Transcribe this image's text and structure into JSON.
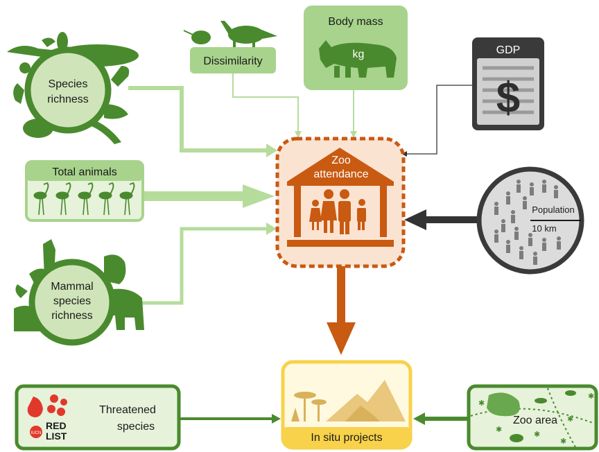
{
  "nodes": {
    "species_richness": {
      "line1": "Species",
      "line2": "richness"
    },
    "dissimilarity": {
      "label": "Dissimilarity"
    },
    "body_mass": {
      "label": "Body mass",
      "unit": "kg"
    },
    "gdp": {
      "label": "GDP",
      "symbol": "$"
    },
    "total_animals": {
      "label": "Total animals"
    },
    "zoo_attendance": {
      "line1": "Zoo",
      "line2": "attendance"
    },
    "population": {
      "label": "Population",
      "radius": "10 km"
    },
    "mammal_richness": {
      "line1": "Mammal",
      "line2": "species",
      "line3": "richness"
    },
    "threatened": {
      "line1": "Threatened",
      "line2": "species",
      "logo_line1": "RED",
      "logo_line2": "LIST",
      "logo_badge": "IUCN"
    },
    "in_situ": {
      "label": "In situ projects"
    },
    "zoo_area": {
      "label": "Zoo area"
    }
  },
  "colors": {
    "green_dark": "#4a8a2e",
    "green_mid": "#7cb358",
    "green_light": "#a8d38c",
    "green_pale": "#e6f2da",
    "orange": "#c85a12",
    "orange_pale": "#fbe3d2",
    "yellow": "#f7d24a",
    "yellow_pale": "#fff9df",
    "gray_dark": "#3a3a3a",
    "gray_mid": "#8c8c8c",
    "red": "#e0392b"
  }
}
